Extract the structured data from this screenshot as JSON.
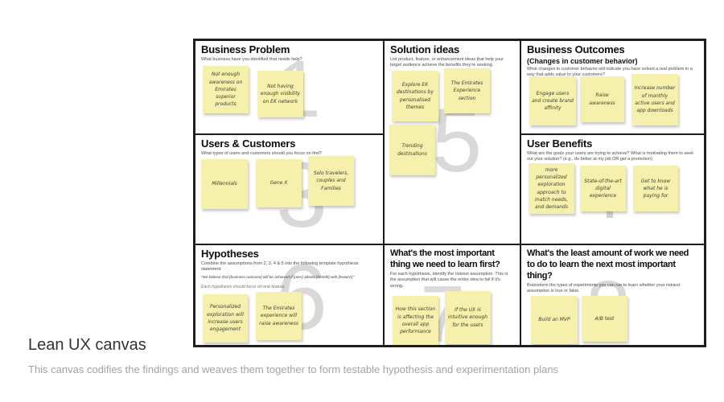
{
  "footer": {
    "title": "Lean UX canvas",
    "caption": "This canvas codifies the findings and weaves them together to form testable hypothesis and experimentation plans"
  },
  "sections": {
    "business_problem": {
      "title": "Business Problem",
      "subtitle": "What business have you identified that needs help?",
      "watermark": "1",
      "notes": [
        "Not enough awareness on Emirates superior products",
        "Not having enough visibility on EK network"
      ]
    },
    "solution_ideas": {
      "title": "Solution ideas",
      "subtitle": "List product, feature, or enhancement ideas that help your target audience achieve the benefits they're seeking.",
      "watermark": "5",
      "notes": [
        "Explore EK destinations by personalised themes",
        "The Emirates Experience section",
        "Trending destinations"
      ]
    },
    "business_outcomes": {
      "title": "Business Outcomes",
      "subtitle_bold": "(Changes in customer behavior)",
      "subtitle": "What changes in customer behavior will indicate you have solved a real problem in a way that adds value to your customers?",
      "notes": [
        "Engage users and create brand affinity",
        "Raise awareness",
        "Increase number of monthly active users and app downloads"
      ]
    },
    "users_customers": {
      "title": "Users & Customers",
      "subtitle": "What types of users and customers should you focus on first?",
      "watermark": "3",
      "notes": [
        "Millennials",
        "Gene X",
        "Solo travelers, couples and Families"
      ]
    },
    "user_benefits": {
      "title": "User Benefits",
      "subtitle": "What are the goals your users are trying to achieve? What is motivating them to seek out your solution? (e.g., do better at my job OR get a promotion)",
      "notes": [
        "more personalized exploration approach to match needs, and demands",
        "State-of-the-art digital experience",
        "Get to know what he is paying for"
      ]
    },
    "hypotheses": {
      "title": "Hypotheses",
      "subtitle": "Combine the assumptions from 2, 3, 4 & 5 into the following template hypothesis statement:",
      "template_line": "\"We believe that [business outcome] will be achieved if [user] attains [benefit] with [feature].\"",
      "note_line": "Each hypothesis should focus on one feature.",
      "watermark": "6",
      "notes": [
        "Personalized exploration will increase users engagement",
        "The Emirates experience will raise awareness"
      ]
    },
    "learn_first": {
      "title": "What's the most important thing we need to learn first?",
      "subtitle": "For each hypothesis, identify the riskiest assumption. This is the assumption that will cause the entire idea to fail if it's wrong.",
      "watermark": "7",
      "notes": [
        "How this section is affecting the overall app performance",
        "If the UX is intuitive enough for the users"
      ]
    },
    "least_work": {
      "title": "What's the least amount of work we need to do to learn the next most important thing?",
      "subtitle": "Brainstorm the types of experiments you can run to learn whether your riskiest assumption is true or false.",
      "watermark": "8",
      "notes": [
        "Build an MVP",
        "A/B test"
      ]
    }
  }
}
